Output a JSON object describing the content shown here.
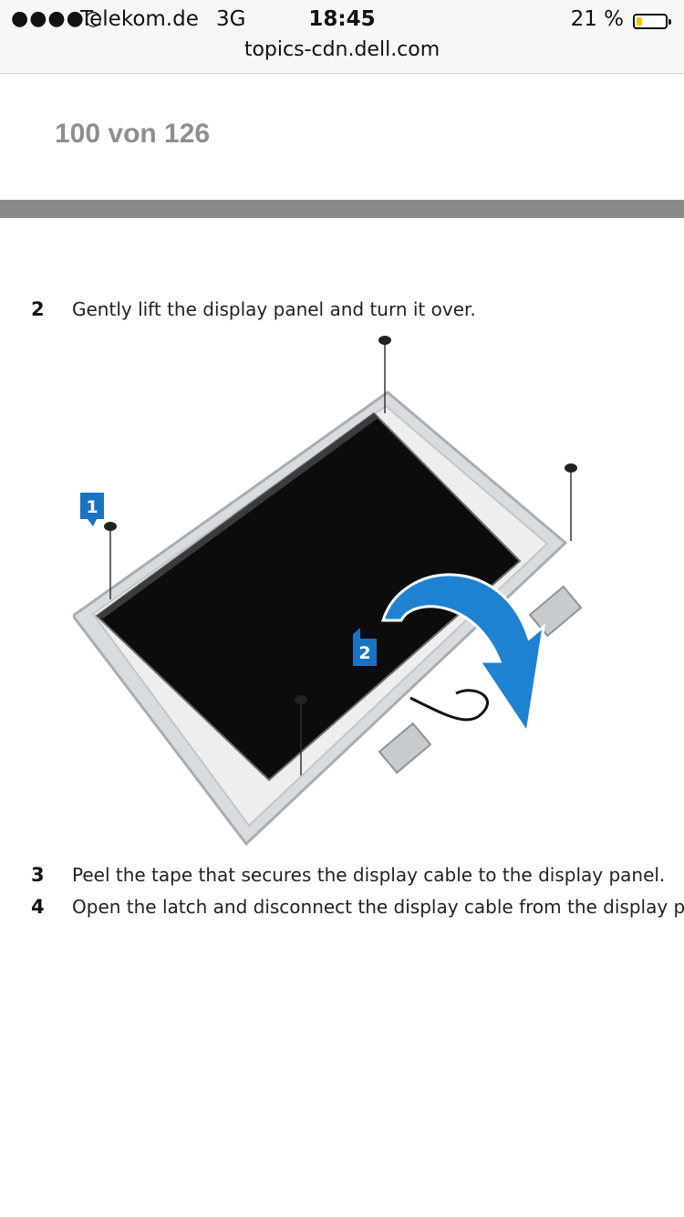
{
  "status_bar": {
    "signal": "●●●●○",
    "carrier": "Telekom.de",
    "network": "3G",
    "time": "18:45",
    "battery_percent": "21 %",
    "battery_level": 0.21,
    "battery_color": "#f4c400"
  },
  "browser": {
    "url": "topics-cdn.dell.com"
  },
  "document": {
    "page_counter": "100 von 126",
    "steps": [
      {
        "number": "2",
        "text": "Gently lift the display panel and turn it over."
      },
      {
        "number": "3",
        "text": "Peel the tape that secures the display cable to the display panel."
      },
      {
        "number": "4",
        "text": "Open the latch and disconnect the display cable from the display pa"
      }
    ],
    "figure": {
      "callouts": [
        "1",
        "2"
      ],
      "callout_color": "#1a73c2",
      "arrow_color": "#1f82d0"
    }
  }
}
